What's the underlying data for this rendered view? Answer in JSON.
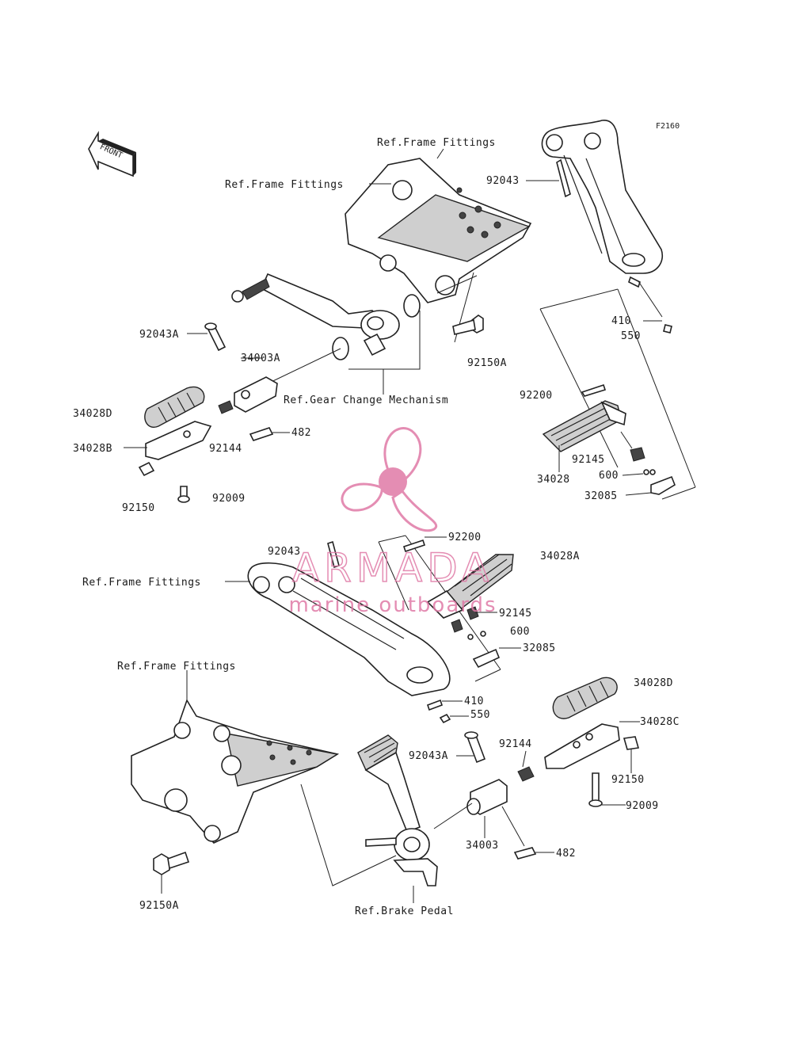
{
  "diagram_code": "F2160",
  "front_label": "FRONT",
  "labels": {
    "ref_frame_top": "Ref.Frame Fittings",
    "ref_frame_upper": "Ref.Frame Fittings",
    "ref_frame_mid": "Ref.Frame Fittings",
    "ref_frame_lower": "Ref.Frame Fittings",
    "ref_gear": "Ref.Gear Change Mechanism",
    "ref_brake": "Ref.Brake Pedal",
    "p92043_top": "92043",
    "p92043A_left": "92043A",
    "p34003A": "34003A",
    "p34028D_left": "34028D",
    "p34028B": "34028B",
    "p92144_left": "92144",
    "p482_left": "482",
    "p92150_left": "92150",
    "p92009_left": "92009",
    "p92150A_top": "92150A",
    "p410_top": "410",
    "p550_top": "550",
    "p92200_top": "92200",
    "p34028_top": "34028",
    "p92145_top": "92145",
    "p600_top": "600",
    "p32085_top": "32085",
    "p92043_mid": "92043",
    "p92200_mid": "92200",
    "p34028A": "34028A",
    "p92145_mid": "92145",
    "p600_mid": "600",
    "p32085_mid": "32085",
    "p34028D_right": "34028D",
    "p34028C": "34028C",
    "p410_mid": "410",
    "p550_mid": "550",
    "p92043A_right": "92043A",
    "p92144_right": "92144",
    "p92150_right": "92150",
    "p92009_right": "92009",
    "p34003": "34003",
    "p482_right": "482",
    "p92150A_bottom": "92150A"
  },
  "watermark": {
    "brand": "ARMADA",
    "tagline": "marine outboards",
    "color": "#e07aa6"
  }
}
